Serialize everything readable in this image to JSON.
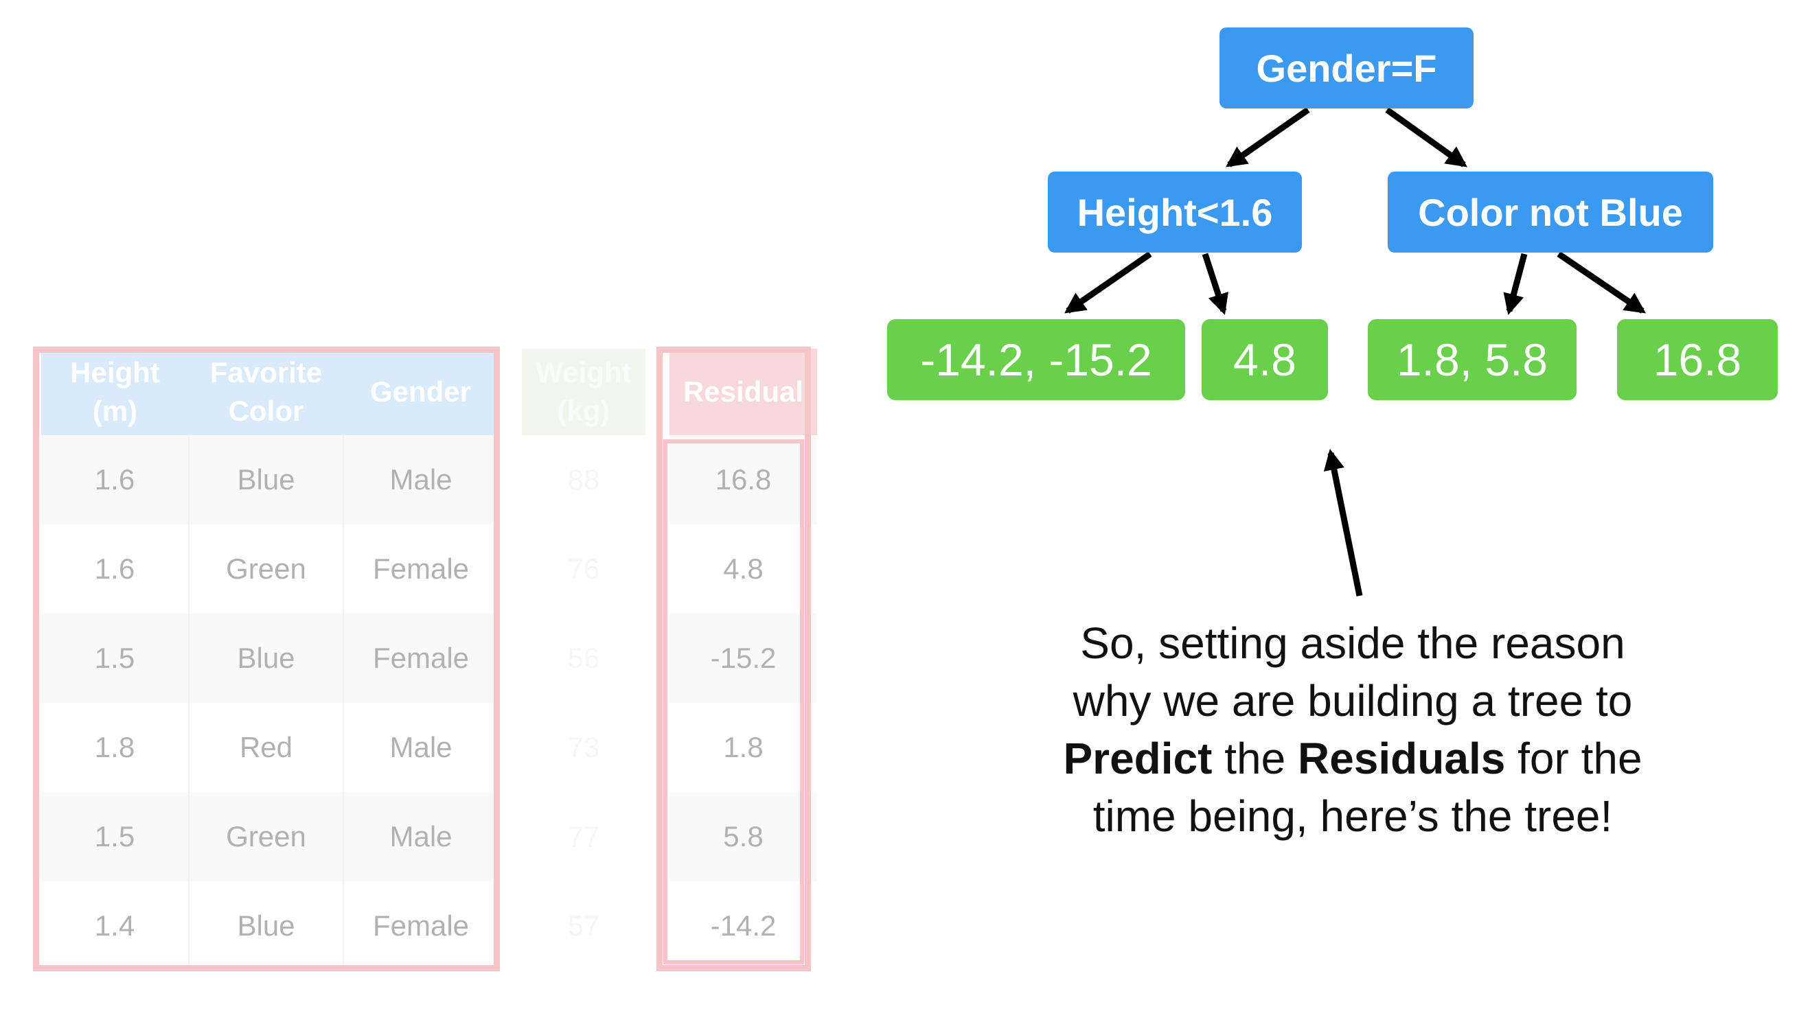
{
  "table": {
    "headers": {
      "height": [
        "Height",
        "(m)"
      ],
      "color": [
        "Favorite",
        "Color"
      ],
      "gender": "Gender",
      "weight": [
        "Weight",
        "(kg)"
      ],
      "residual": "Residual"
    },
    "rows": [
      {
        "height": "1.6",
        "color": "Blue",
        "gender": "Male",
        "weight": "88",
        "residual": "16.8"
      },
      {
        "height": "1.6",
        "color": "Green",
        "gender": "Female",
        "weight": "76",
        "residual": "4.8"
      },
      {
        "height": "1.5",
        "color": "Blue",
        "gender": "Female",
        "weight": "56",
        "residual": "-15.2"
      },
      {
        "height": "1.8",
        "color": "Red",
        "gender": "Male",
        "weight": "73",
        "residual": "1.8"
      },
      {
        "height": "1.5",
        "color": "Green",
        "gender": "Male",
        "weight": "77",
        "residual": "5.8"
      },
      {
        "height": "1.4",
        "color": "Blue",
        "gender": "Female",
        "weight": "57",
        "residual": "-14.2"
      }
    ]
  },
  "tree": {
    "root": "Gender=F",
    "left_split": "Height<1.6",
    "right_split": "Color not Blue",
    "leaves": [
      "-14.2, -15.2",
      "4.8",
      "1.8, 5.8",
      "16.8"
    ]
  },
  "caption": {
    "line1": "So, setting aside the reason",
    "line2": "why we are building a tree to",
    "predict": "Predict",
    "the1": " the ",
    "residuals": "Residuals",
    "for_the": " for the",
    "line4": "time being, here’s the tree!"
  },
  "colors": {
    "node_blue": "#3b99f0",
    "leaf_green": "#6ad04c",
    "frame_red": "#f4c4c6"
  }
}
